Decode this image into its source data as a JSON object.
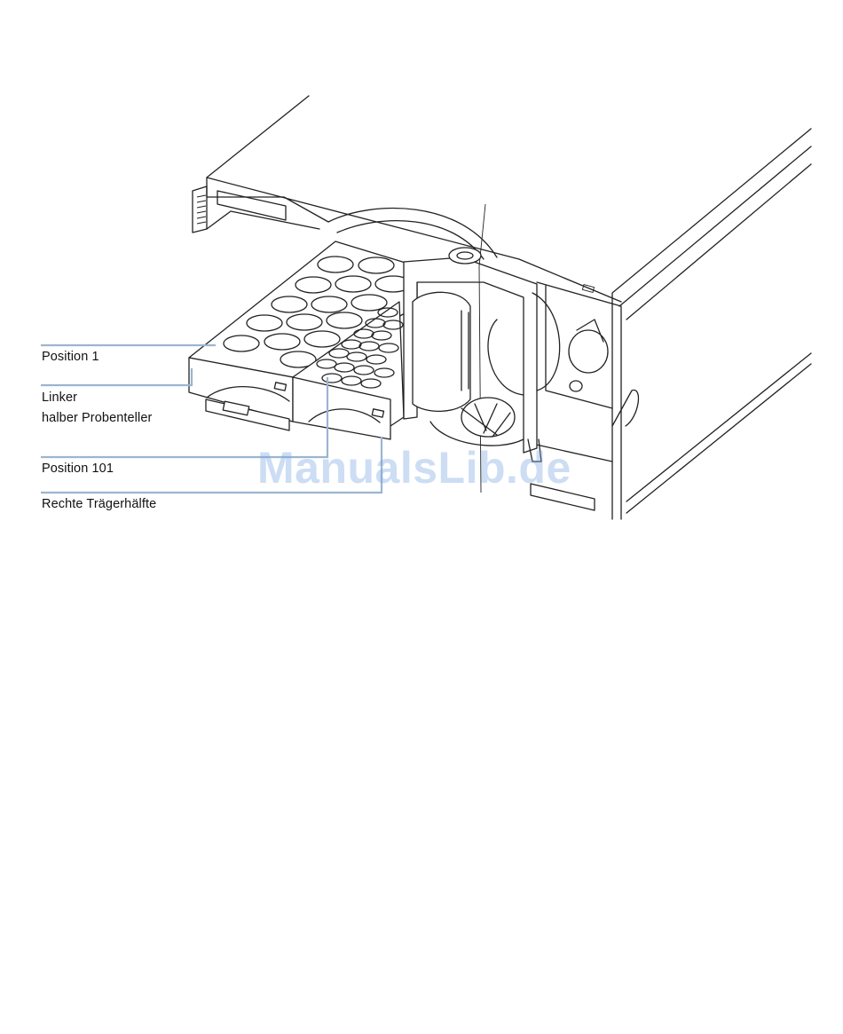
{
  "labels": {
    "position_1": "Position 1",
    "left_tray_line1": "Linker",
    "left_tray_line2": "halber Probenteller",
    "position_101": "Position 101",
    "right_carrier": "Rechte Trägerhälfte"
  },
  "watermark": "ManualsLib.de",
  "colors": {
    "leader_line": "#9bb5d0",
    "line_art": "#222222",
    "watermark": "#78a5e1"
  }
}
